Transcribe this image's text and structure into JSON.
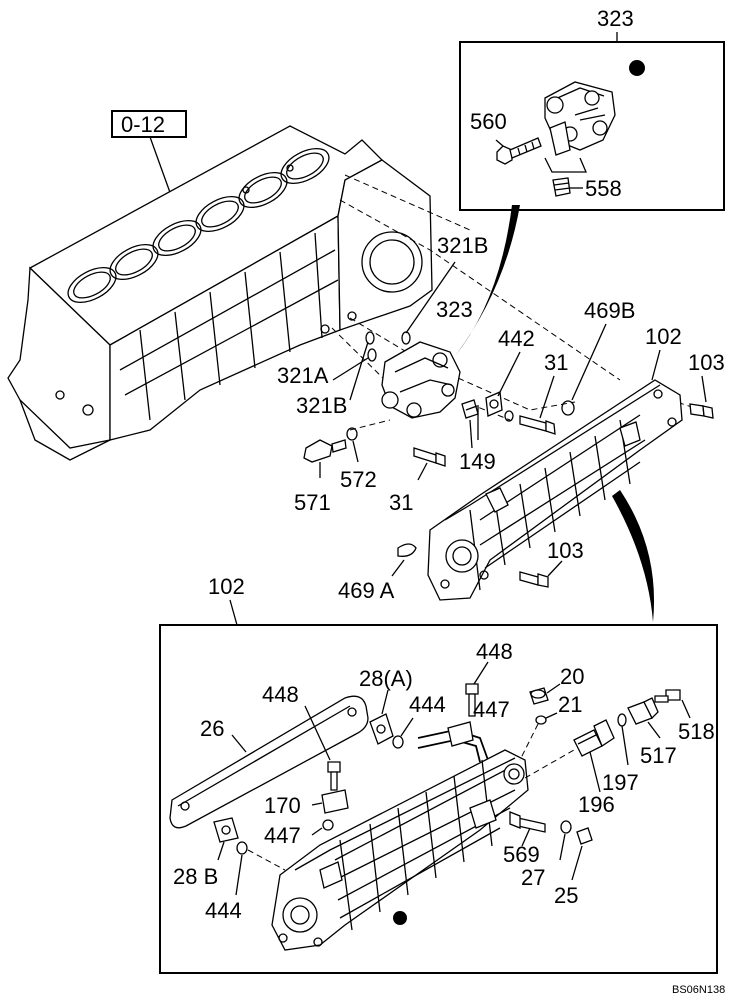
{
  "reference_box": "0-12",
  "footer_code": "BS06N138",
  "top_inset": {
    "title": "323",
    "labels": [
      "560",
      "558"
    ]
  },
  "main_labels": {
    "l321B_top": "321B",
    "l323": "323",
    "l469B": "469B",
    "l442": "442",
    "l102": "102",
    "l103_top": "103",
    "l31_right": "31",
    "l321A": "321A",
    "l321B_lower": "321B",
    "l149": "149",
    "l572": "572",
    "l571": "571",
    "l31_lower": "31",
    "l103_lower": "103",
    "l469A": "469 A"
  },
  "bottom_inset": {
    "title": "102",
    "labels": {
      "l448_top": "448",
      "l20": "20",
      "l28A": "28(A)",
      "l448_left": "448",
      "l444_top": "444",
      "l447_top": "447",
      "l21": "21",
      "l26": "26",
      "l518": "518",
      "l517": "517",
      "l197": "197",
      "l196": "196",
      "l170": "170",
      "l447_left": "447",
      "l569": "569",
      "l27": "27",
      "l25": "25",
      "l28B": "28 B",
      "l444_bottom": "444"
    }
  }
}
